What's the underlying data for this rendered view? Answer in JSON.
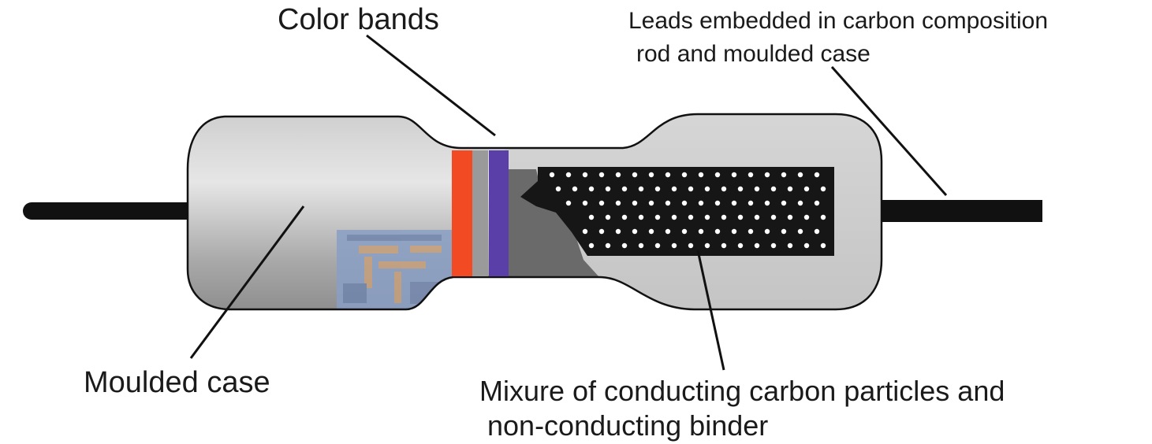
{
  "labels": {
    "color_bands": "Color bands",
    "leads_line1": "Leads embedded in carbon composition",
    "leads_line2": "rod and moulded case",
    "moulded_case": "Moulded case",
    "mixture_line1": "Mixure of conducting carbon particles and",
    "mixture_line2": "non-conducting binder"
  },
  "colors": {
    "lead": "#111111",
    "case_light": "#d9d9d9",
    "case_dark": "#8c8c8c",
    "carbon_rod": "#161616",
    "particle": "#ffffff",
    "band_1": "#f24a22",
    "band_2": "#9a9a9a",
    "band_3": "#5a3fa8",
    "circuit_tint": "#8a9fc4",
    "circuit_trace": "#c6a07c"
  }
}
